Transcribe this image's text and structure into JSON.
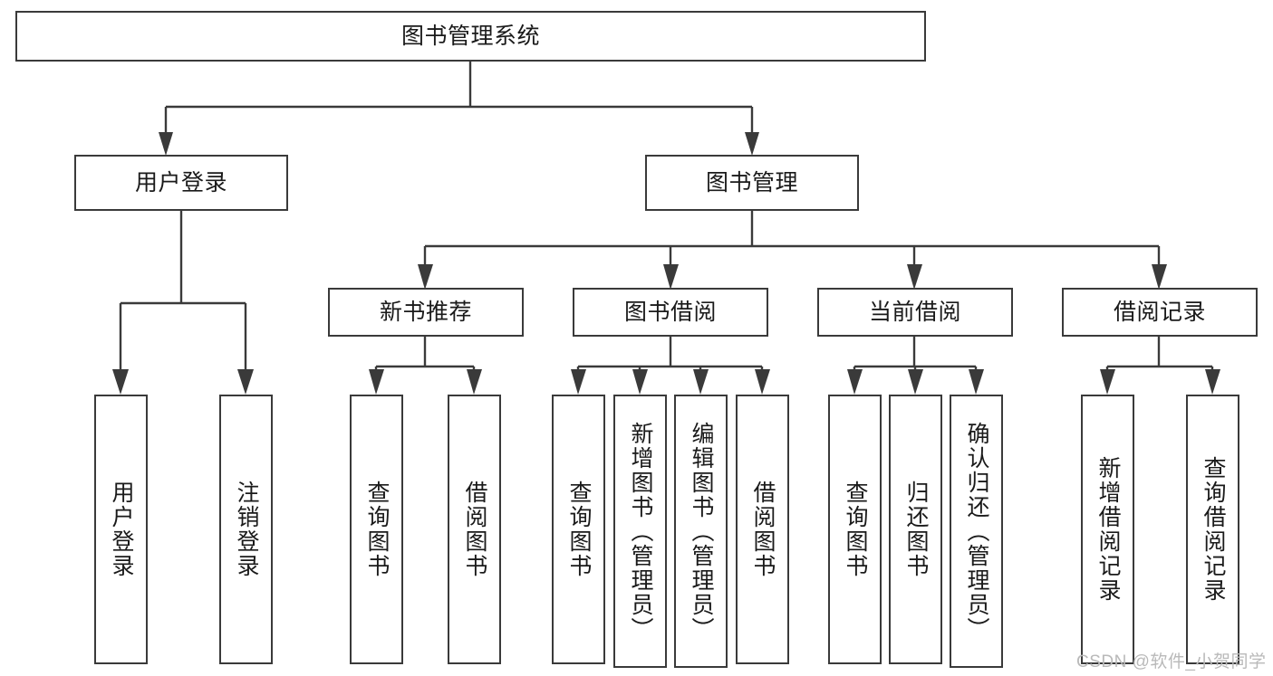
{
  "diagram": {
    "type": "tree-hierarchy",
    "title": "图书管理系统",
    "watermark": "CSDN @软件_小贺同学",
    "colors": {
      "stroke": "#3a3a3a",
      "fill": "#ffffff",
      "text": "#1a1a1a",
      "watermark": "#b9b9b9"
    },
    "nodes": {
      "root": {
        "label": "图书管理系统"
      },
      "level2": [
        {
          "label": "用户登录"
        },
        {
          "label": "图书管理"
        }
      ],
      "level3": [
        {
          "label": "新书推荐"
        },
        {
          "label": "图书借阅"
        },
        {
          "label": "当前借阅"
        },
        {
          "label": "借阅记录"
        }
      ],
      "leaves_user_login": [
        {
          "label": "用户登录"
        },
        {
          "label": "注销登录"
        }
      ],
      "leaves_new_book": [
        {
          "label": "查询图书"
        },
        {
          "label": "借阅图书"
        }
      ],
      "leaves_borrow": [
        {
          "label": "查询图书"
        },
        {
          "label": "新增图书（管理员）"
        },
        {
          "label": "编辑图书（管理员）"
        },
        {
          "label": "借阅图书"
        }
      ],
      "leaves_current": [
        {
          "label": "查询图书"
        },
        {
          "label": "归还图书"
        },
        {
          "label": "确认归还（管理员）"
        }
      ],
      "leaves_records": [
        {
          "label": "新增借阅记录"
        },
        {
          "label": "查询借阅记录"
        }
      ]
    }
  }
}
